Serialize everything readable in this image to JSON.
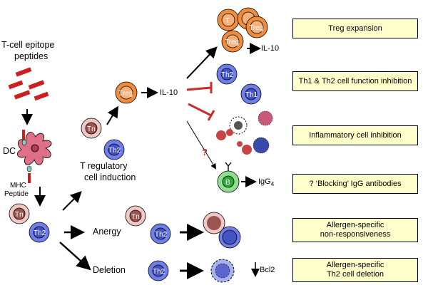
{
  "labels": {
    "epitope_line1": "T-cell epitope",
    "epitope_line2": "peptides",
    "dc": "DC",
    "mhc": "MHC",
    "peptide": "Peptide",
    "treg_induction_line1": "T regulatory",
    "treg_induction_line2": "cell induction",
    "il10_mid": "IL-10",
    "il10_top": "IL-10",
    "igg4_base": "IgG",
    "igg4_sub": "4",
    "question_mark": "?",
    "anergy": "Anergy",
    "deletion": "Deletion",
    "bcl2": "Bcl2"
  },
  "cells": {
    "tn": "Tn",
    "th2": "Th2",
    "th1": "Th1",
    "treg": "Treg",
    "b": "B",
    "t": "T"
  },
  "outcomes": [
    {
      "line1": "Treg expansion",
      "line2": ""
    },
    {
      "line1": "Th1 & Th2 cell function inhibition",
      "line2": ""
    },
    {
      "line1": "Inflammatory cell inhibition",
      "line2": ""
    },
    {
      "line1": "? ‘Blocking’ IgG antibodies",
      "line2": ""
    },
    {
      "line1": "Allergen-specific",
      "line2": "non-responsiveness"
    },
    {
      "line1": "Allergen-specific",
      "line2": "Th2 cell deletion"
    }
  ],
  "colors": {
    "treg_fill": "#f08c3c",
    "treg_nucleus": "#f6b07a",
    "th2_fill": "#6f7ee8",
    "th2_nucleus": "#4452c4",
    "tn_fill": "#f2c8c4",
    "tn_nucleus": "#9a5550",
    "b_fill": "#8ee08e",
    "b_nucleus": "#2fa83a",
    "peptide_red": "#cc1f1f",
    "dc_fill": "#e0708a",
    "inhibit_red": "#cc2b2b",
    "box_fill": "#ffffcc",
    "receptor_teal": "#3aa0a0"
  }
}
